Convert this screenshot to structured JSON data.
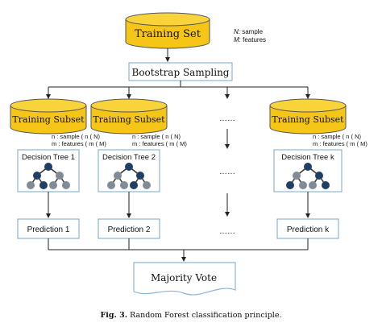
{
  "colors": {
    "cylinder_fill": "#f5c518",
    "cylinder_top": "#f8d43a",
    "cylinder_stroke": "#333333",
    "box_stroke": "#8fb3d6",
    "box_fill": "#ffffff",
    "tree_node_dark": "#1f3f66",
    "tree_node_light": "#7f8b97",
    "arrow": "#222222"
  },
  "training_set": {
    "label": "Training Set",
    "note_n": "N",
    "note_n_text": ": sample",
    "note_m": "M",
    "note_m_text": ": features"
  },
  "bootstrap": {
    "label": "Bootstrap Sampling"
  },
  "subsets": [
    {
      "label": "Training Subset",
      "note1": "n : sample ( n ( N)",
      "note2": "m : features ( m ( M)",
      "tree_label": "Decision Tree 1",
      "prediction": "Prediction 1"
    },
    {
      "label": "Training Subset",
      "note1": "n : sample ( n ( N)",
      "note2": "m : features ( m ( M)",
      "tree_label": "Decision Tree 2",
      "prediction": "Prediction 2"
    },
    {
      "label": "Training Subset",
      "note1": "n : sample ( n ( N)",
      "note2": "m : features ( m ( M)",
      "tree_label": "Decision Tree k",
      "prediction": "Prediction k"
    }
  ],
  "ellipsis": "……",
  "majority_vote": {
    "label": "Majority Vote"
  },
  "caption": {
    "prefix": "Fig. 3.",
    "text": " Random Forest classification principle."
  }
}
